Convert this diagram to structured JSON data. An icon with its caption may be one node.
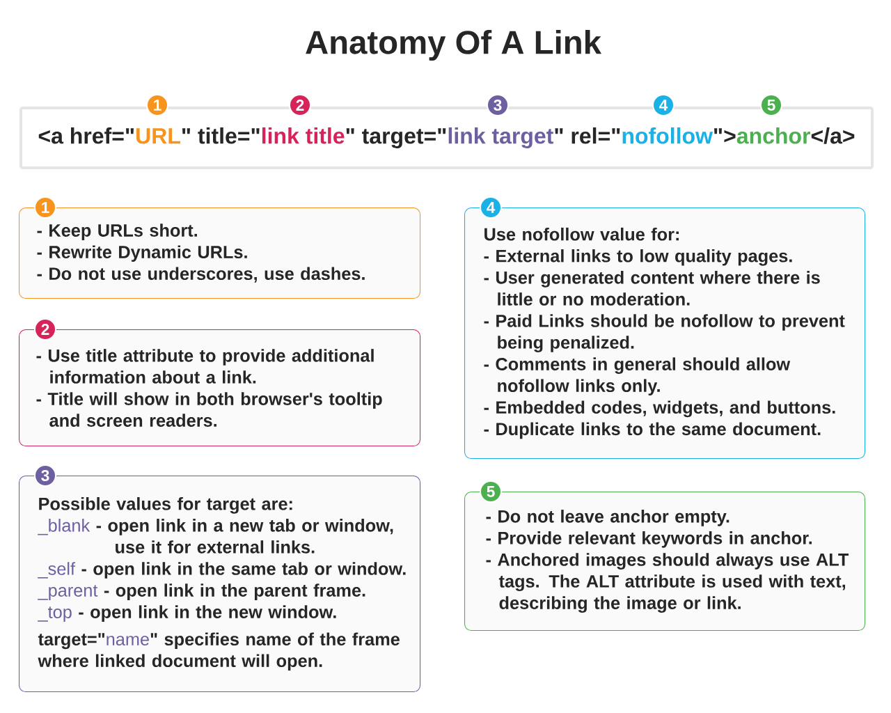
{
  "diagram": {
    "title": "Anatomy Of A Link",
    "nodes": [
      {
        "text": [
          "1"
        ]
      },
      {
        "text": [
          "2"
        ]
      },
      {
        "text": [
          "3"
        ]
      },
      {
        "text": [
          "4"
        ]
      },
      {
        "text": [
          "5"
        ]
      },
      {
        "text": [
          "<a href=\"",
          "URL",
          "\" title=\"",
          "link title",
          "\" target=\"",
          "link target",
          "\" rel=\"",
          "nofollow",
          "\">",
          "anchor",
          "</a>"
        ]
      },
      {
        "text": [
          "1",
          "- Keep URLs short.",
          "- Rewrite Dynamic URLs.",
          "- Do not use underscores, use dashes."
        ]
      },
      {
        "text": [
          "2",
          "- Use title attribute to provide additional information about a link.",
          "- Title will show in both browser's tooltip and screen readers."
        ]
      },
      {
        "text": [
          "3",
          "Possible values for target are:",
          "_blank",
          "- open link in a new tab or window, use it for external links.",
          "_self",
          "- open link in the same tab or window.",
          "_parent",
          "- open link in the parent frame.",
          "_top",
          "- open link in the new window.",
          "target=\"",
          "name",
          "\" specifies name of the frame where linked document will open."
        ]
      },
      {
        "text": [
          "4",
          "Use nofollow value for:",
          "- External links to low quality pages.",
          "- User generated content where there is little or no moderation.",
          "- Paid Links should be nofollow to prevent being penalized.",
          "- Comments in general should allow nofollow links only.",
          "- Embedded codes, widgets, and buttons.",
          "- Duplicate links to the same document."
        ]
      },
      {
        "text": [
          "5",
          "- Do not leave anchor empty.",
          "- Provide relevant keywords in anchor.",
          "- Anchored images should always use ALT tags. The ALT attribute is used with text, describing the image or link."
        ]
      }
    ]
  }
}
